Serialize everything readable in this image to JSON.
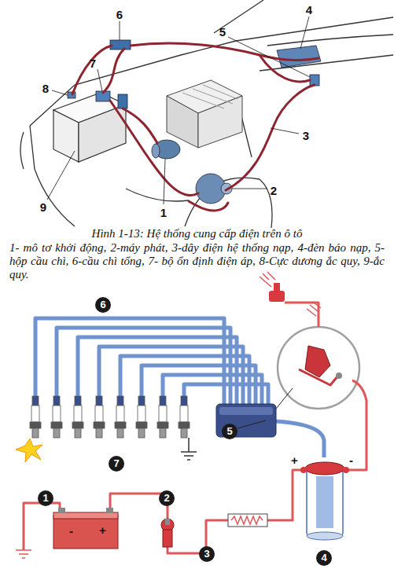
{
  "diagram": {
    "caption": "Hình 1-13: Hệ thống cung cấp điện trên ô tô",
    "nodes": [
      {
        "text": [
          "-",
          "+"
        ]
      },
      {
        "text": [
          "+",
          "-"
        ]
      }
    ],
    "labels": [
      "6",
      "4",
      "5",
      "7",
      "8",
      "3",
      "9",
      "2",
      "1",
      "1- mô tơ khởi động, 2-máy phát, 3-dây điện hệ thống nạp, 4-đèn báo nạp, 5- hộp cầu chì, 6-cầu chì tổng, 7- bộ ổn định điện áp, 8-Cực dương ắc quy, 9-ắc quy.",
      "6",
      "5",
      "7",
      "1",
      "2",
      "3",
      "4"
    ]
  }
}
